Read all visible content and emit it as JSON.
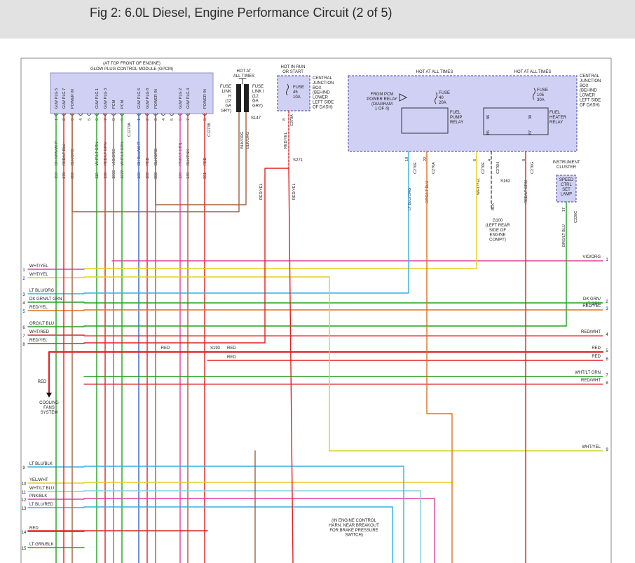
{
  "header": {
    "title": "Fig 2: 6.0L Diesel, Engine Performance Circuit (2 of 5)"
  },
  "colors": {
    "wire_red": "#e02020",
    "wire_yel": "#e0d020",
    "wire_orange": "#e07020",
    "wire_green": "#20a020",
    "wire_pink": "#e040a0",
    "wire_blue": "#3060d0",
    "wire_brown": "#a06040",
    "wire_grey": "#909090",
    "junction_fill": "#d0d0f4",
    "junction_stroke": "#4040a0"
  },
  "gpcm": {
    "label1": "(AT TOP FRONT OF ENGINE)",
    "label2": "GLOW PLUG CONTROL MODULE (GPCM)",
    "pins": [
      {
        "name": "GLW PLG 5",
        "num": "1",
        "color": "DK GRN/WHT",
        "circ": "150"
      },
      {
        "name": "GLW PLG 7",
        "num": "2",
        "color": "RED/LT BLU",
        "circ": "170"
      },
      {
        "name": "POWER IN",
        "num": "3",
        "color": "BLK/ORG",
        "circ": "380"
      },
      {
        "name": "",
        "num": "4",
        "color": "",
        "circ": ""
      },
      {
        "name": "",
        "num": "5",
        "color": "",
        "circ": ""
      },
      {
        "name": "GLW PLG 1",
        "num": "6",
        "color": "WHT/LT GRN",
        "circ": "110"
      },
      {
        "name": "GLW PLG 3",
        "num": "7",
        "color": "RED/LT GRN",
        "circ": "130"
      },
      {
        "name": "PCM",
        "num": "8",
        "color": "VIO/ORG",
        "circ": "1066"
      },
      {
        "name": "PCM",
        "num": "9",
        "color": "WHT/LT GRN",
        "circ": "1277"
      },
      {
        "name": "GLW PLG 6",
        "num": "1",
        "color": "DK BLU/WHT",
        "circ": "160"
      },
      {
        "name": "GLW PLG 8",
        "num": "2",
        "color": "RED",
        "circ": "180"
      },
      {
        "name": "POWER IN",
        "num": "3",
        "color": "BLK/ORG",
        "circ": "380"
      },
      {
        "name": "",
        "num": "4",
        "color": "",
        "circ": ""
      },
      {
        "name": "",
        "num": "5",
        "color": "",
        "circ": ""
      },
      {
        "name": "GLW PLG 2",
        "num": "6",
        "color": "PNK/LT GRN",
        "circ": "120"
      },
      {
        "name": "GLW PLG 4",
        "num": "7",
        "color": "BLK/PNK",
        "circ": "140"
      },
      {
        "name": "POWER IN",
        "num": "8",
        "color": "RED",
        "circ": "361"
      }
    ],
    "c1273b": "C1273B",
    "c1273a": "C1273A"
  },
  "fuselinks": {
    "hot": "HOT AT\nALL TIMES",
    "left": "FUSE\nLINK\nH\n(12\nGA\nGRY)",
    "right": "FUSE\nLINK I\n(12\nGA\nGRY)",
    "wire1": "BLK/ORG",
    "wire2": "BLK/ORG",
    "s147": "S147"
  },
  "cjb_small": {
    "hot": "HOT IN RUN\nOR START",
    "fuse": "FUSE\n45\n10A",
    "label": "CENTRAL\nJUNCTION\nBOX\n(BEHIND\nLOWER\nLEFT SIDE\nOF DASH)",
    "pin": "8",
    "conn": "C270A",
    "wire": "RED/YEL",
    "s271": "S271"
  },
  "cjb_big": {
    "hot1": "HOT AT ALL TIMES",
    "hot2": "HOT AT ALL TIMES",
    "label": "CENTRAL\nJUNCTION\nBOX\n(BEHIND\nLOWER\nLEFT SIDE\nOF DASH)",
    "pcm_relay": "FROM PCM\nPOWER RELAY\n(DIAGRAM\n1 OF 4)",
    "fuse40": "FUSE\n40\n20A",
    "fuse105": "FUSE\n105\n30A",
    "fuel_pump": "FUEL\nPUMP\nRELAY",
    "fuel_heater": "FUEL\nHEATER\nRELAY",
    "pins": [
      "10",
      "22",
      "6",
      "4",
      "8"
    ],
    "conns": [
      "C270E",
      "C270A",
      "C270E",
      "C270H",
      "C270G"
    ],
    "r86": "86",
    "r85": "85",
    "r30": "30",
    "r87": "87"
  },
  "right_side": {
    "wire1": "LT BLU/ORG",
    "wire2": "ORG/LT BLU",
    "wire3": "WHT/YEL",
    "wire4": "BLK",
    "wire5": "RED/LT GRN",
    "s162": "S162",
    "g100": "G100\n(LEFT REAR\nSIDE OF\nENGINE\nCOMPT)",
    "ic_label": "INSTRUMENT\nCLUSTER",
    "ic_box": "SPEED\nCTRL\nSET\nLAMP",
    "ic_pin": "17",
    "ic_conn": "C220C",
    "ic_wire": "DRG/LT BLU"
  },
  "rows_left": [
    {
      "num": "1",
      "label": "WHT/YEL"
    },
    {
      "num": "2",
      "label": "WHT/YEL"
    },
    {
      "num": "3",
      "label": "LT BLU/ORG"
    },
    {
      "num": "4",
      "label": "DK GRN/LT GRN"
    },
    {
      "num": "5",
      "label": "RED/YEL"
    },
    {
      "num": "6",
      "label": "ORG/LT BLU"
    },
    {
      "num": "7",
      "label": "WHT/RED"
    },
    {
      "num": "8",
      "label": "RED/YEL"
    },
    {
      "num": "9",
      "label": "LT BLU/BLK"
    },
    {
      "num": "10",
      "label": "YEL/WHT"
    },
    {
      "num": "11",
      "label": "WHT/LT BLU"
    },
    {
      "num": "12",
      "label": "PNK/BLK"
    },
    {
      "num": "13",
      "label": "LT BLU/RED"
    },
    {
      "num": "14",
      "label": "RED"
    },
    {
      "num": "15",
      "label": "LT GRN/BLK"
    }
  ],
  "rows_right": [
    {
      "num": "1",
      "label": "VIO/ORG"
    },
    {
      "num": "2",
      "label": "DK GRN/\nLT GRN"
    },
    {
      "num": "3",
      "label": "RED/YEL"
    },
    {
      "num": "4",
      "label": "RED/WHT"
    },
    {
      "num": "5",
      "label": "RED"
    },
    {
      "num": "6",
      "label": "RED"
    },
    {
      "num": "7",
      "label": "WHT/LT GRN"
    },
    {
      "num": "8",
      "label": "RED/WHT"
    },
    {
      "num": "9",
      "label": "WHT/YEL"
    }
  ],
  "mid": {
    "red1": "RED",
    "s193": "S193",
    "red2": "RED",
    "red3": "RED",
    "red_yel1": "RED/YEL",
    "red_yel2": "RED/YEL",
    "red_down": "RED",
    "cooling": "COOLING\nFANS\nSYSTEM",
    "harness": "(IN ENGINE CONTROL\nHARN. NEAR BREAKOUT\nFOR BRAKE PRESSURE\nSWITCH)"
  }
}
